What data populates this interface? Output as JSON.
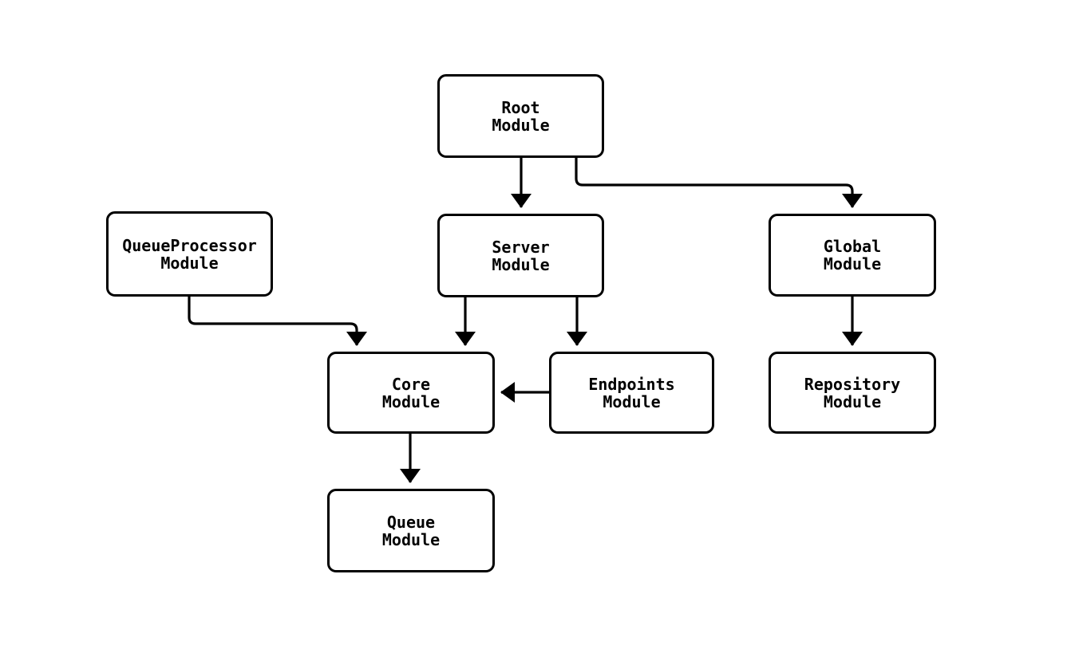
{
  "diagram": {
    "type": "module-dependency-flowchart",
    "background_color": "#ffffff",
    "stroke_color": "#000000",
    "nodes": {
      "root": {
        "label": "Root\nModule"
      },
      "queueprocessor": {
        "label": "QueueProcessor\nModule"
      },
      "server": {
        "label": "Server\nModule"
      },
      "global": {
        "label": "Global\nModule"
      },
      "core": {
        "label": "Core\nModule"
      },
      "endpoints": {
        "label": "Endpoints\nModule"
      },
      "repository": {
        "label": "Repository\nModule"
      },
      "queue": {
        "label": "Queue\nModule"
      }
    },
    "edges": [
      {
        "from": "Root Module",
        "to": "Server Module"
      },
      {
        "from": "Root Module",
        "to": "Global Module"
      },
      {
        "from": "QueueProcessor Module",
        "to": "Core Module"
      },
      {
        "from": "Server Module",
        "to": "Core Module"
      },
      {
        "from": "Server Module",
        "to": "Endpoints Module"
      },
      {
        "from": "Endpoints Module",
        "to": "Core Module"
      },
      {
        "from": "Global Module",
        "to": "Repository Module"
      },
      {
        "from": "Core Module",
        "to": "Queue Module"
      }
    ]
  }
}
